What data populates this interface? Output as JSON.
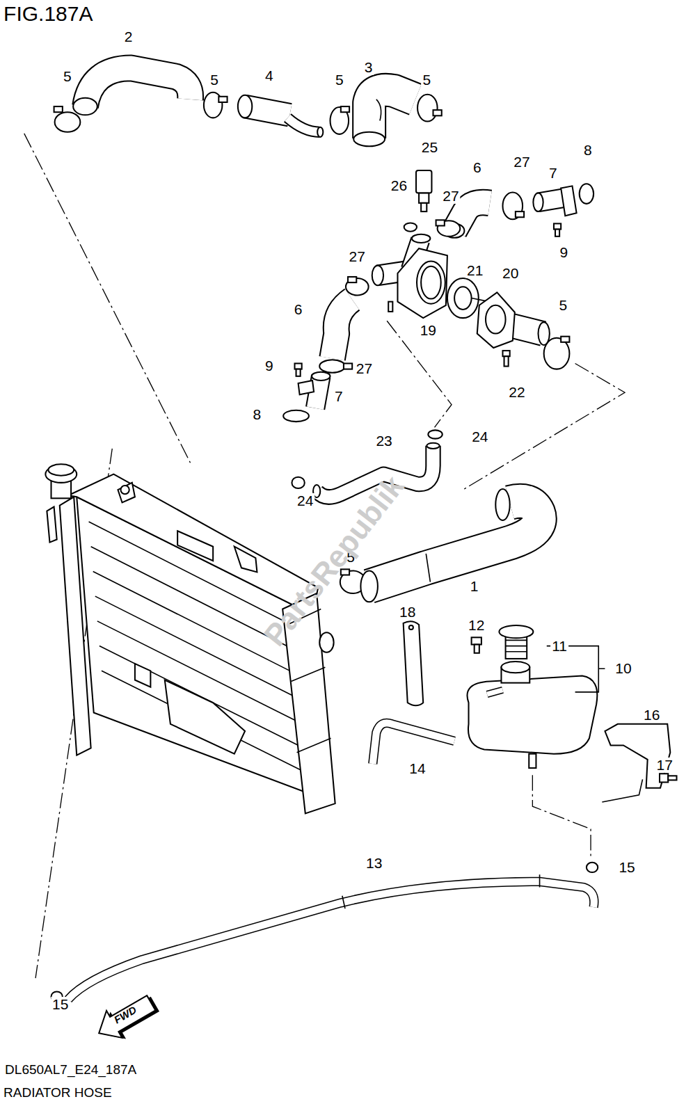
{
  "diagram": {
    "title": "FIG.187A",
    "caption": "RADIATOR HOSE",
    "labels": [
      "2",
      "5",
      "5",
      "4",
      "5",
      "3",
      "5",
      "25",
      "8",
      "27",
      "7",
      "6",
      "26",
      "27",
      "9",
      "27",
      "21",
      "20",
      "6",
      "19",
      "5",
      "9",
      "27",
      "7",
      "22",
      "8",
      "23",
      "24",
      "24",
      "5",
      "1",
      "18",
      "12",
      "11",
      "10",
      "16",
      "14",
      "17",
      "13",
      "15",
      "15",
      "PartsRepublik",
      "FWD",
      "DL650AL7_E24_187A"
    ]
  }
}
